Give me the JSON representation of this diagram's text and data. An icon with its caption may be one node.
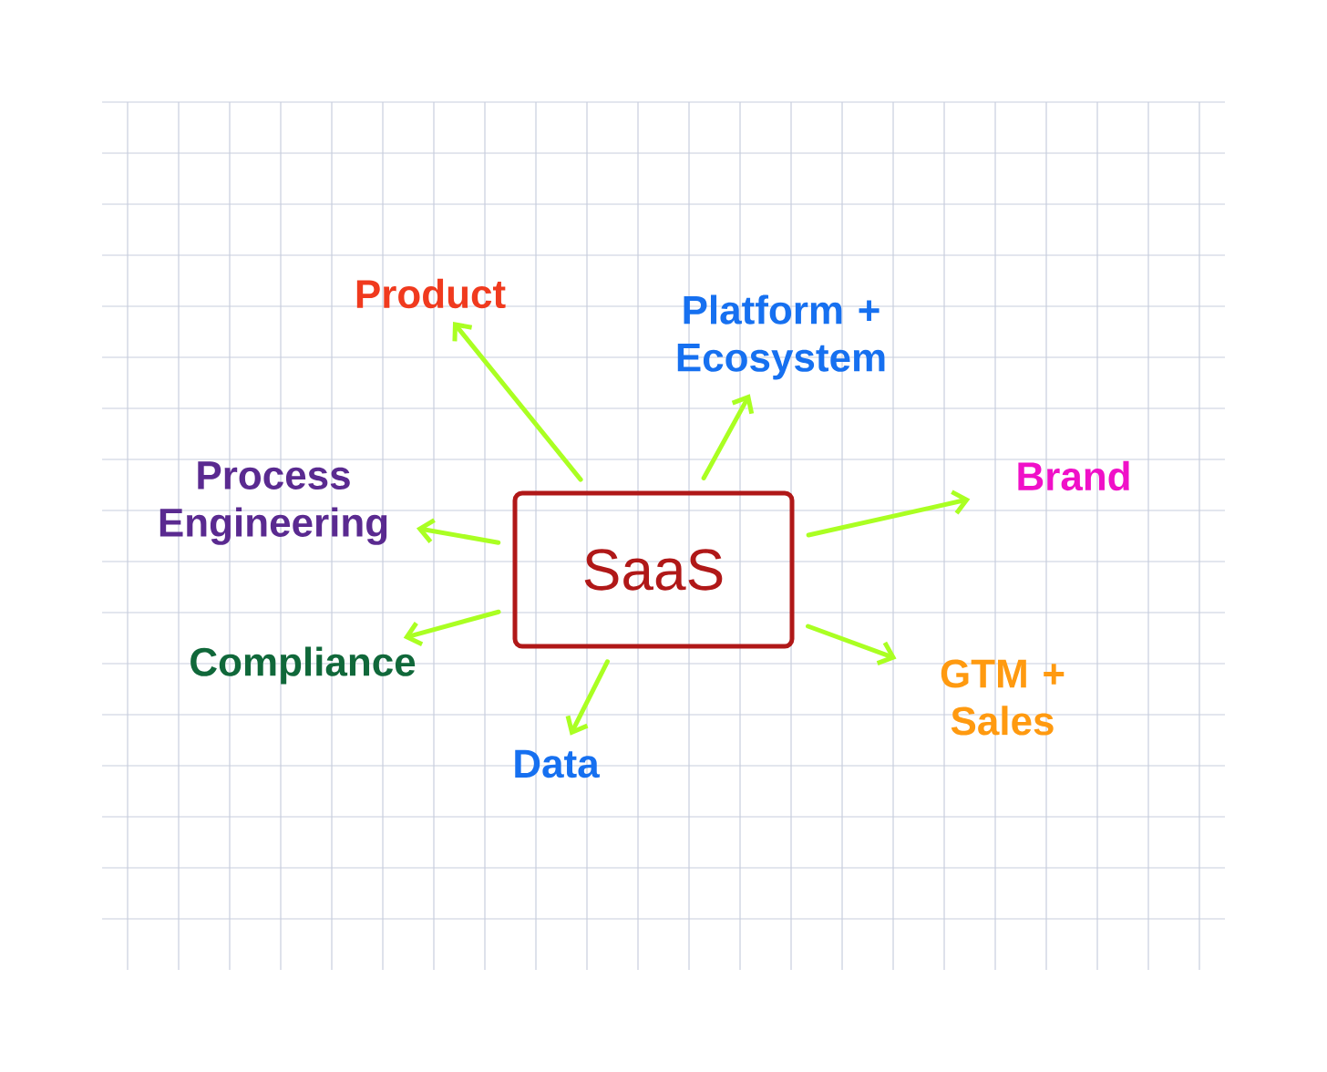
{
  "diagram": {
    "nodes": [
      {
        "text": [
          "SaaS"
        ]
      },
      {
        "text": [
          "Product"
        ]
      },
      {
        "text": [
          "Platform + Ecosystem"
        ]
      },
      {
        "text": [
          "Process Engineering"
        ]
      },
      {
        "text": [
          "Brand"
        ]
      },
      {
        "text": [
          "Compliance"
        ]
      },
      {
        "text": [
          "GTM + Sales"
        ]
      },
      {
        "text": [
          "Data"
        ]
      }
    ],
    "edges": [
      {
        "from": 0,
        "to": 1,
        "arrow": "to"
      },
      {
        "from": 0,
        "to": 2,
        "arrow": "to"
      },
      {
        "from": 0,
        "to": 3,
        "arrow": "to"
      },
      {
        "from": 0,
        "to": 4,
        "arrow": "to"
      },
      {
        "from": 0,
        "to": 5,
        "arrow": "to"
      },
      {
        "from": 0,
        "to": 6,
        "arrow": "to"
      },
      {
        "from": 0,
        "to": 7,
        "arrow": "to"
      }
    ]
  }
}
